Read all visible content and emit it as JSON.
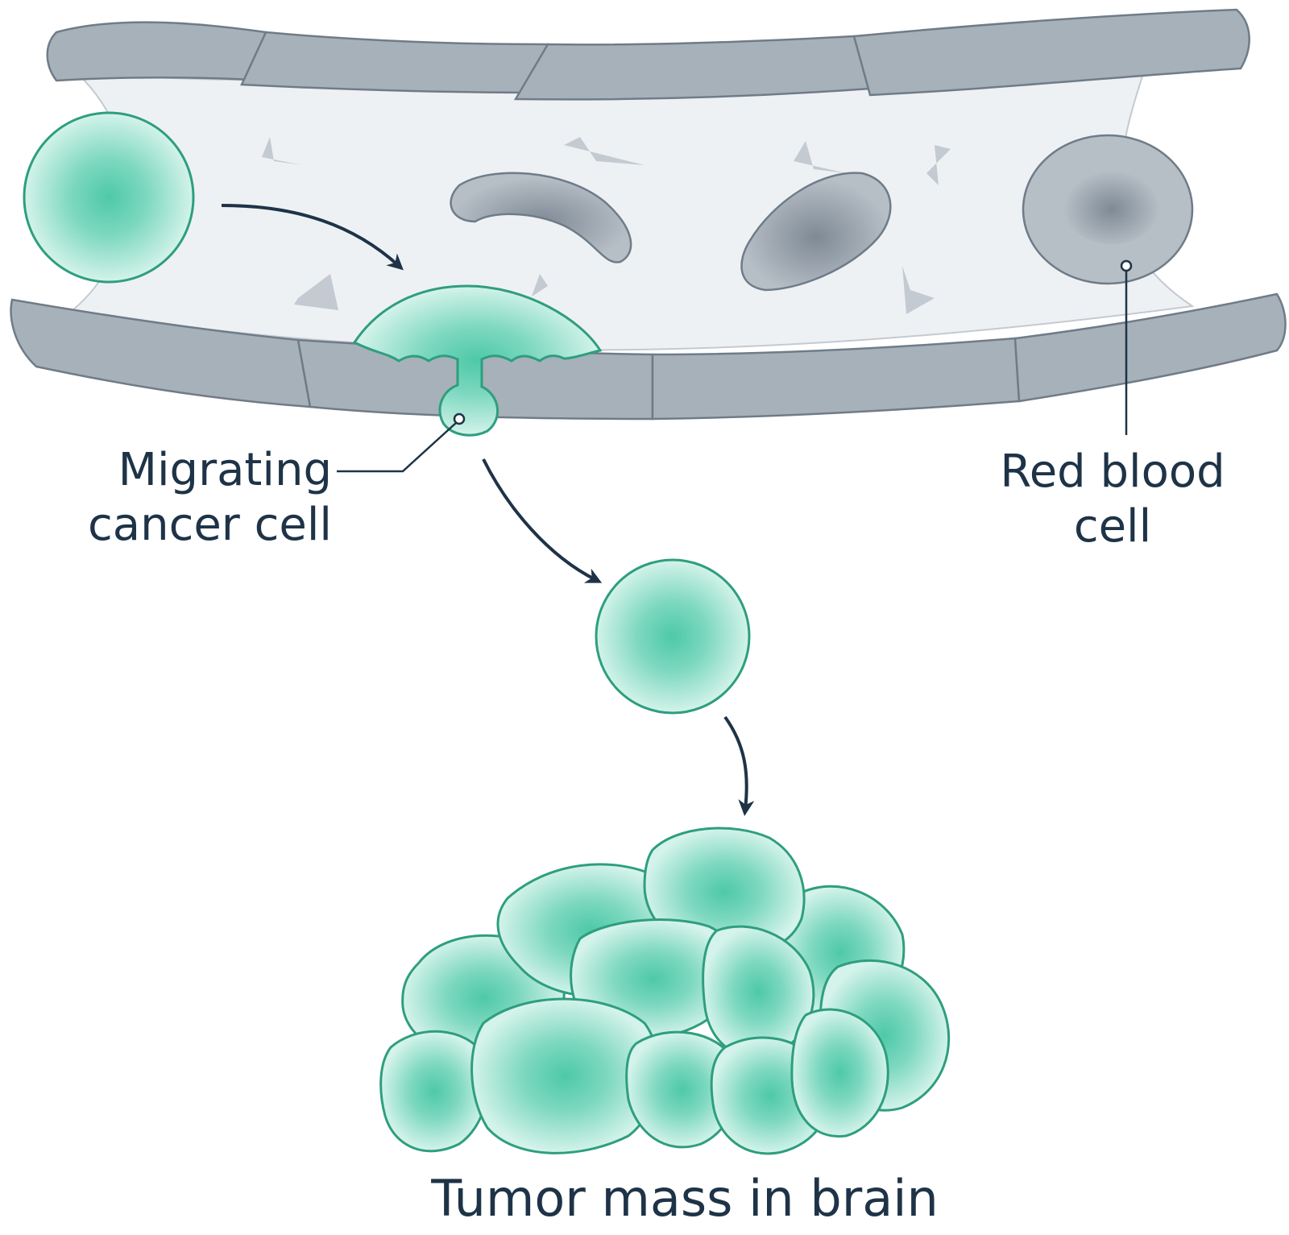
{
  "labels": {
    "migrating_cancer_cell": {
      "line1": "Migrating",
      "line2": "cancer cell"
    },
    "red_blood_cell": {
      "line1": "Red blood",
      "line2": "cell"
    },
    "tumor_mass": "Tumor mass in brain"
  },
  "colors": {
    "cancer_cell_fill": "#b9eadb",
    "cancer_cell_core": "#4ec9a8",
    "cancer_cell_outline": "#2e9e7f",
    "vessel_wall": "#a7b1ba",
    "vessel_wall_edge": "#6f7c88",
    "vessel_lumen": "#eef1f4",
    "red_blood_cell": "#9aa4ae",
    "arrow": "#1e3347",
    "text": "#1e3347"
  }
}
